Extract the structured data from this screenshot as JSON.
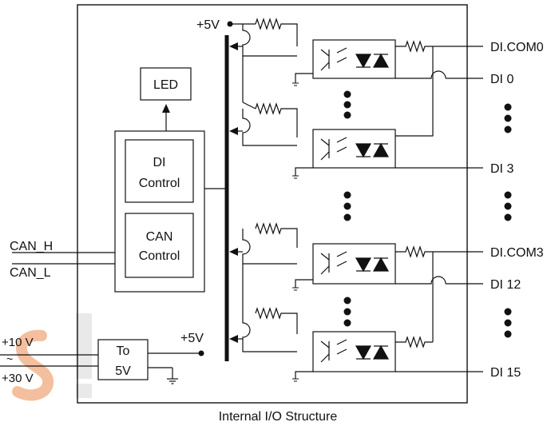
{
  "caption": "Internal I/O Structure",
  "supply_top": "+5V",
  "supply_bottom": "+5V",
  "led": "LED",
  "di_control": [
    "DI",
    "Control"
  ],
  "can_control": [
    "CAN",
    "Control"
  ],
  "converter": [
    "To",
    "5V"
  ],
  "bus_lines": [
    "CAN_H",
    "CAN_L"
  ],
  "power_in": [
    "+10 V",
    "~",
    "+30 V"
  ],
  "outputs": {
    "com0": "DI.COM0",
    "di0": "DI 0",
    "di3": "DI 3",
    "com3": "DI.COM3",
    "di12": "DI 12",
    "di15": "DI 15"
  },
  "colors": {
    "line": "#111111",
    "watermark": "#e8722a"
  }
}
